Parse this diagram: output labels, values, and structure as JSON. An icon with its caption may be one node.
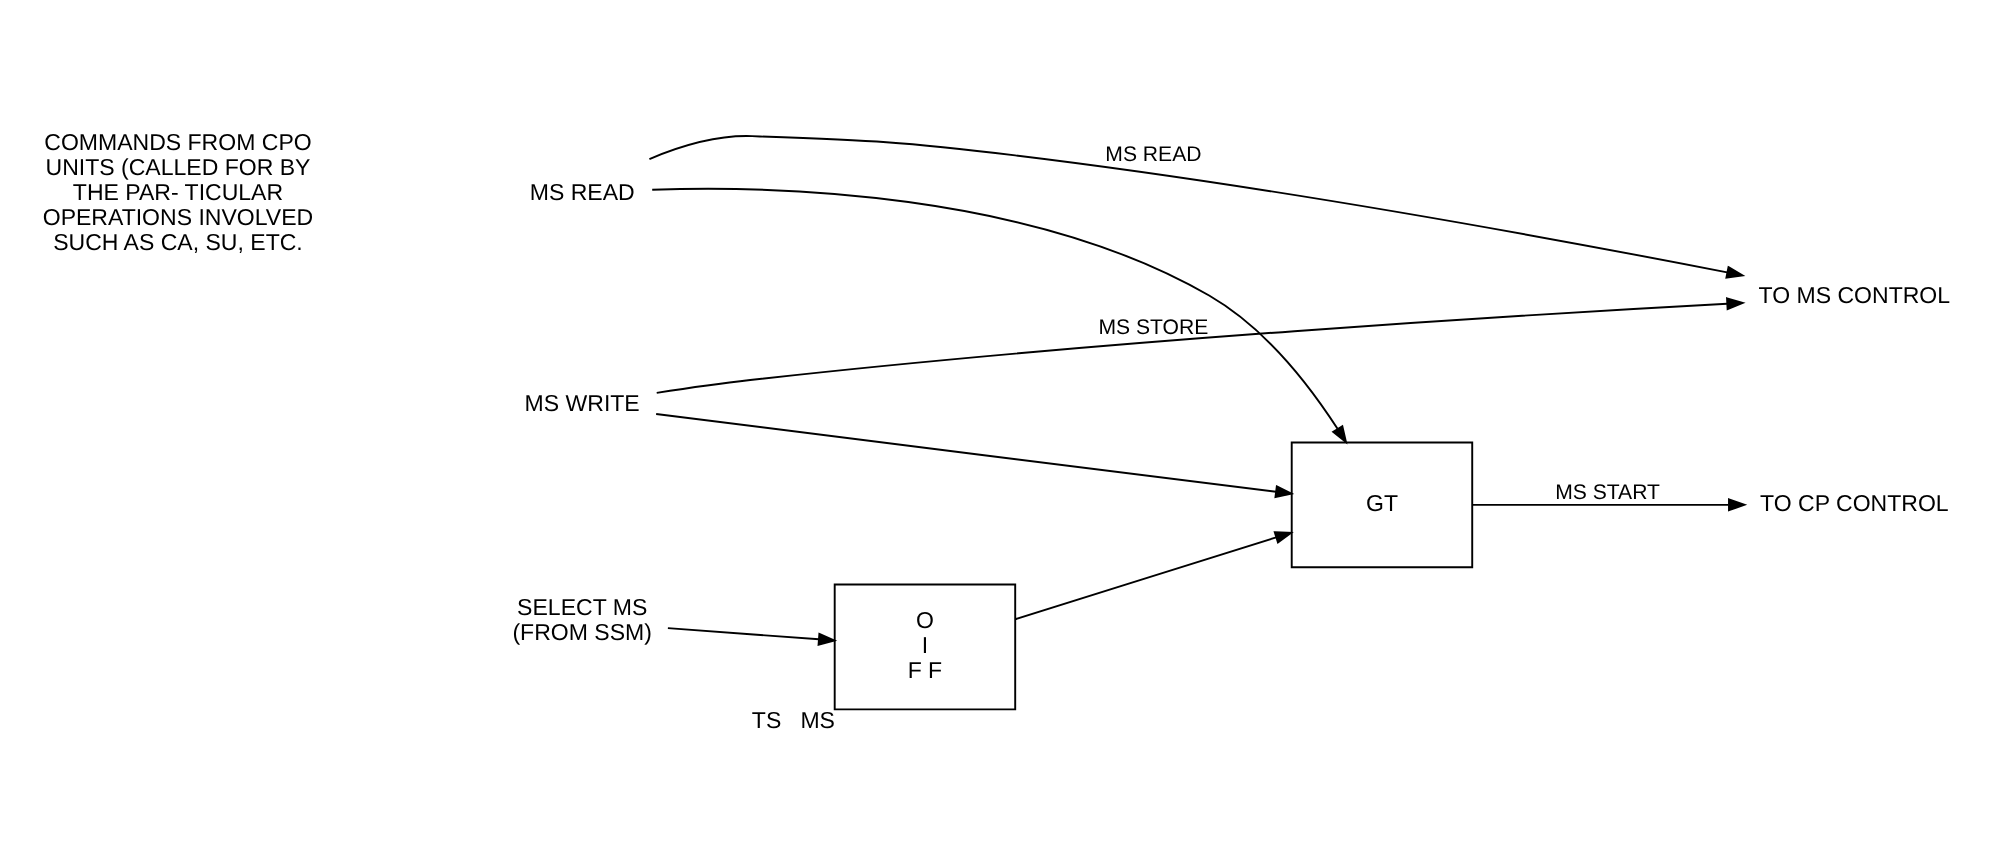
{
  "diagram": {
    "nodes": [
      {
        "text": [
          "MS READ"
        ]
      },
      {
        "text": [
          "GT"
        ]
      },
      {
        "text": [
          "MS WRITE"
        ]
      },
      {
        "text": [
          "TO MS CONTROL"
        ]
      },
      {
        "text": [
          "O",
          "I",
          "F F"
        ],
        "beside": [
          "TS",
          "MS"
        ]
      },
      {
        "text": [
          "TO CP CONTROL"
        ]
      },
      {
        "text": [
          "SELECT MS",
          "(FROM SSM)"
        ]
      }
    ],
    "edges": [
      {
        "from": 0,
        "to": 3,
        "arrow": "to",
        "label": "MS READ"
      },
      {
        "from": 0,
        "to": 1,
        "arrow": "to"
      },
      {
        "from": 2,
        "to": 3,
        "arrow": "to",
        "label": "MS STORE"
      },
      {
        "from": 2,
        "to": 1,
        "arrow": "to"
      },
      {
        "from": 4,
        "to": 1,
        "arrow": "to"
      },
      {
        "from": 1,
        "to": 5,
        "arrow": "to",
        "label": "MS START"
      },
      {
        "from": 6,
        "to": 4,
        "arrow": "to"
      }
    ],
    "labels": [
      "COMMANDS FROM CPO UNITS (CALLED FOR BY THE PAR- TICULAR OPERATIONS INVOLVED SUCH AS CA, SU, ETC."
    ]
  }
}
